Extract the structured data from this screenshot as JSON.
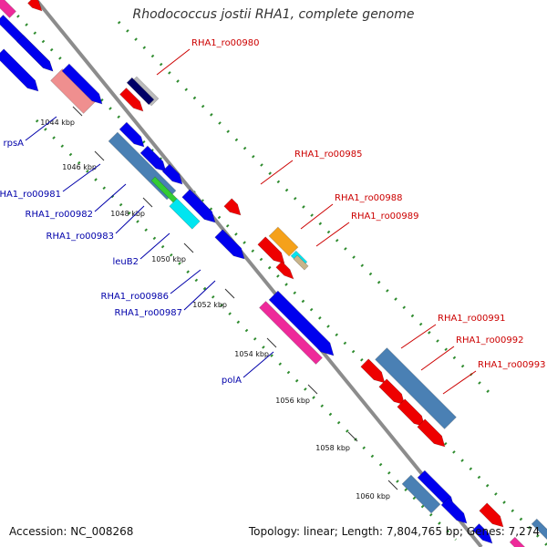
{
  "title": "Rhodococcus jostii RHA1, complete genome",
  "accession": "Accession: NC_008268",
  "stats": "Topology: linear; Length: 7,804,765 bp; Genes: 7,274",
  "colors": {
    "backbone": "#8c8c8c",
    "ruler": "#2e8b2e",
    "forward_label": "#cc0000",
    "reverse_label": "#0000aa",
    "blue": "#0000ee",
    "red": "#ee0000",
    "steelblue": "#4a80b4",
    "pink": "#ef8f8f",
    "magenta": "#ee2a9a",
    "orange": "#f5a11a",
    "cyan": "#00e5f0",
    "green": "#33cc33",
    "navy": "#000066",
    "gray": "#bbbbbb",
    "tan": "#c8b48a"
  },
  "ruler_ticks": [
    {
      "label": "1044 kbp"
    },
    {
      "label": "1046 kbp"
    },
    {
      "label": "1048 kbp"
    },
    {
      "label": "1050 kbp"
    },
    {
      "label": "1052 kbp"
    },
    {
      "label": "1054 kbp"
    },
    {
      "label": "1056 kbp"
    },
    {
      "label": "1058 kbp"
    },
    {
      "label": "1060 kbp"
    }
  ],
  "forward_labels": [
    {
      "text": "RHA1_ro00980"
    },
    {
      "text": "RHA1_ro00985"
    },
    {
      "text": "RHA1_ro00988"
    },
    {
      "text": "RHA1_ro00989"
    },
    {
      "text": "RHA1_ro00991"
    },
    {
      "text": "RHA1_ro00992"
    },
    {
      "text": "RHA1_ro00993"
    }
  ],
  "reverse_labels": [
    {
      "text": "rpsA"
    },
    {
      "text": "RHA1_ro00981"
    },
    {
      "text": "RHA1_ro00982"
    },
    {
      "text": "RHA1_ro00983"
    },
    {
      "text": "leuB2"
    },
    {
      "text": "RHA1_ro00986"
    },
    {
      "text": "RHA1_ro00987"
    },
    {
      "text": "polA"
    }
  ]
}
